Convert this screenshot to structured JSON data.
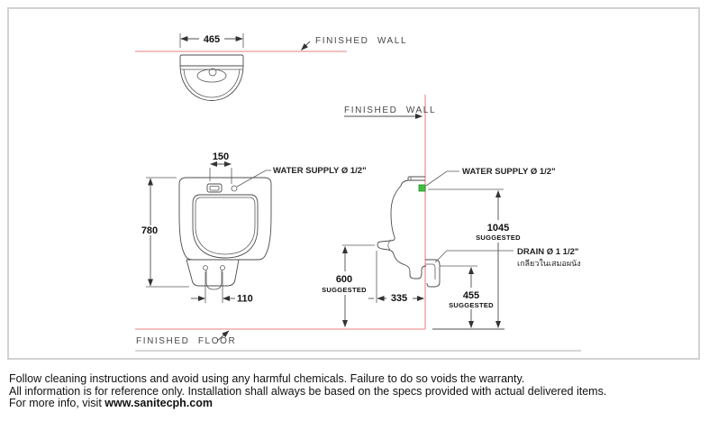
{
  "drawing": {
    "labels": {
      "finished_wall": "FINISHED WALL",
      "finished_floor": "FINISHED FLOOR",
      "water_supply": "WATER SUPPLY Ø 1/2\"",
      "drain": "DRAIN Ø 1 1/2\"",
      "drain_note_thai": "เกลียวในเสมอผนัง",
      "suggested": "SUGGESTED"
    },
    "dimensions": {
      "top_width": "465",
      "supply_offset": "150",
      "body_height": "780",
      "outlet_spacing": "110",
      "rim_height": "600",
      "depth_to_wall": "335",
      "supply_height": "1045",
      "drain_height": "455"
    },
    "colors": {
      "wall_floor_reference": "#f0abab",
      "supply_fitting": "#3fbf3f",
      "drawing_lines": "#4d4d4d"
    }
  },
  "footer": {
    "line1": "Follow cleaning instructions and avoid using any harmful chemicals. Failure to do so voids the warranty.",
    "line2": "All information is for reference only. Installation shall always be based on the specs provided with actual delivered items.",
    "line3_prefix": "For more info, visit ",
    "website": "www.sanitecph.com"
  }
}
